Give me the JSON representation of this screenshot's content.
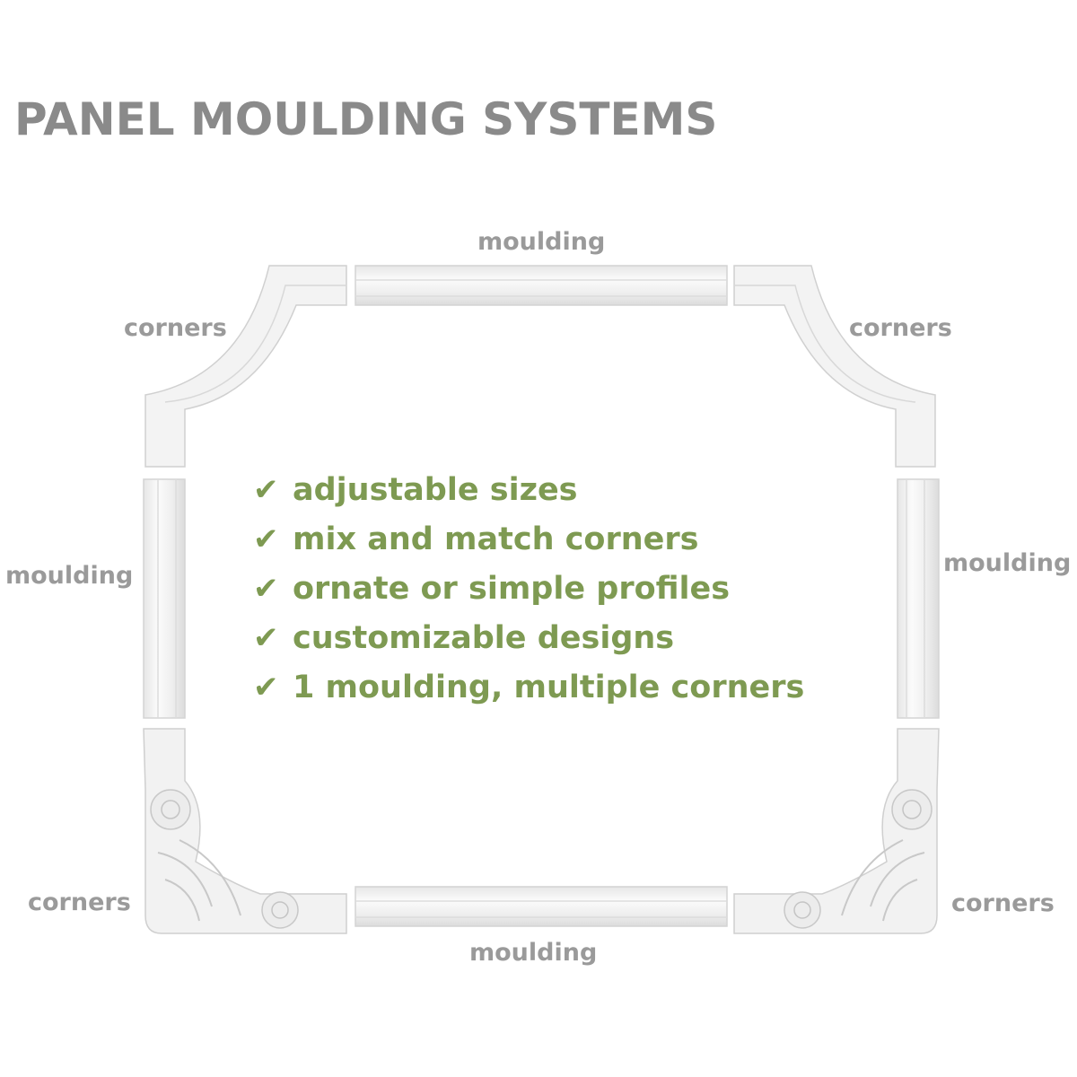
{
  "title": "PANEL MOULDING SYSTEMS",
  "labels": {
    "top_moulding": "moulding",
    "bottom_moulding": "moulding",
    "left_moulding": "moulding",
    "right_moulding": "moulding",
    "top_left_corners": "corners",
    "top_right_corners": "corners",
    "bottom_left_corners": "corners",
    "bottom_right_corners": "corners"
  },
  "features": [
    "adjustable sizes",
    "mix and match corners",
    "ornate or simple profiles",
    "customizable designs",
    "1 moulding, multiple corners"
  ],
  "icons": {
    "feature_bullet": "check-icon"
  },
  "colors": {
    "title": "#8a8a8a",
    "label": "#9a9a9a",
    "feature_text": "#7e9a52",
    "moulding_fill": "#f1f1f1",
    "moulding_stroke": "#d2d2d2"
  }
}
